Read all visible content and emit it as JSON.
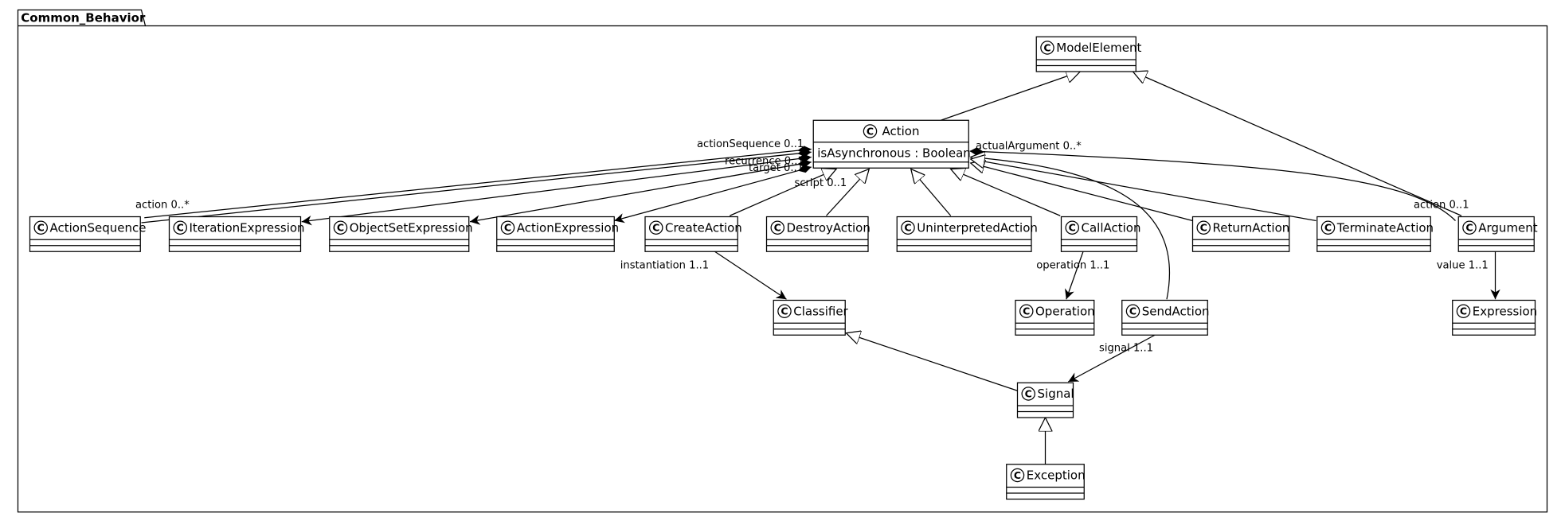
{
  "package": {
    "name": "Common_Behavior"
  },
  "class_marker": "C",
  "classes": {
    "model_element": {
      "name": "ModelElement"
    },
    "action": {
      "name": "Action",
      "attribute": "isAsynchronous : Boolean"
    },
    "action_sequence": {
      "name": "ActionSequence"
    },
    "iteration_expression": {
      "name": "IterationExpression"
    },
    "object_set_expression": {
      "name": "ObjectSetExpression"
    },
    "action_expression": {
      "name": "ActionExpression"
    },
    "create_action": {
      "name": "CreateAction"
    },
    "destroy_action": {
      "name": "DestroyAction"
    },
    "uninterpreted_action": {
      "name": "UninterpretedAction"
    },
    "call_action": {
      "name": "CallAction"
    },
    "return_action": {
      "name": "ReturnAction"
    },
    "terminate_action": {
      "name": "TerminateAction"
    },
    "argument": {
      "name": "Argument"
    },
    "classifier": {
      "name": "Classifier"
    },
    "operation": {
      "name": "Operation"
    },
    "send_action": {
      "name": "SendAction"
    },
    "expression": {
      "name": "Expression"
    },
    "signal": {
      "name": "Signal"
    },
    "exception": {
      "name": "Exception"
    }
  },
  "labels": {
    "action_sequence": "actionSequence 0..1",
    "recurrence": "recurrence 0..1",
    "target": "target 0..1",
    "script": "script 0..1",
    "action_many": "action 0..*",
    "actual_argument": "actualArgument 0..*",
    "action_one": "action 0..1",
    "instantiation": "instantiation 1..1",
    "operation": "operation 1..1",
    "value": "value 1..1",
    "signal": "signal 1..1"
  }
}
